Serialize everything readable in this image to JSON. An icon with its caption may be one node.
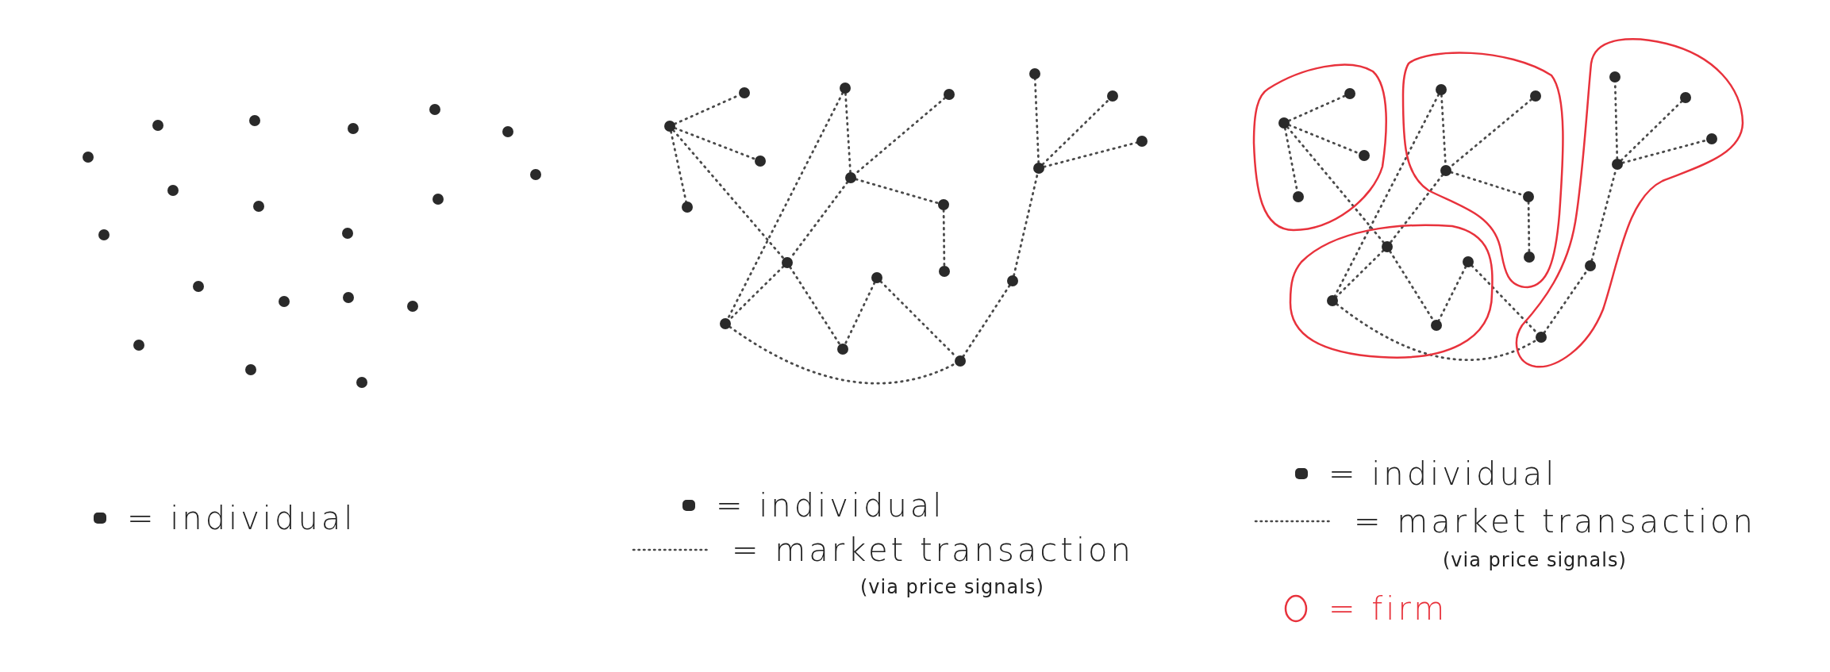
{
  "diagram": {
    "nodes": [
      {
        "text": [],
        "shape": "circle"
      },
      {
        "text": [],
        "shape": "circle"
      },
      {
        "text": [],
        "shape": "circle"
      },
      {
        "text": [],
        "shape": "circle"
      },
      {
        "text": [],
        "shape": "circle"
      },
      {
        "text": [],
        "shape": "circle"
      },
      {
        "text": [],
        "shape": "circle"
      },
      {
        "text": [],
        "shape": "circle"
      },
      {
        "text": [],
        "shape": "circle"
      },
      {
        "text": [],
        "shape": "circle"
      },
      {
        "text": [],
        "shape": "circle"
      },
      {
        "text": [],
        "shape": "circle"
      },
      {
        "text": [],
        "shape": "circle"
      },
      {
        "text": [],
        "shape": "circle"
      },
      {
        "text": [],
        "shape": "circle"
      },
      {
        "text": [],
        "shape": "circle"
      },
      {
        "text": [],
        "shape": "circle"
      },
      {
        "text": [],
        "shape": "circle"
      },
      {
        "text": [],
        "shape": "circle"
      },
      {
        "text": [],
        "shape": "circle"
      },
      {
        "text": [],
        "shape": "circle"
      },
      {
        "text": [],
        "shape": "circle"
      },
      {
        "text": [],
        "shape": "circle"
      },
      {
        "text": [],
        "shape": "circle"
      },
      {
        "text": [],
        "shape": "circle"
      },
      {
        "text": [],
        "shape": "circle"
      },
      {
        "text": [],
        "shape": "circle"
      },
      {
        "text": [],
        "shape": "circle"
      },
      {
        "text": [],
        "shape": "circle"
      },
      {
        "text": [],
        "shape": "circle"
      },
      {
        "text": [],
        "shape": "circle"
      },
      {
        "text": [],
        "shape": "circle"
      },
      {
        "text": [],
        "shape": "circle"
      },
      {
        "text": [],
        "shape": "circle"
      },
      {
        "text": [],
        "shape": "circle"
      },
      {
        "text": [],
        "shape": "circle"
      },
      {
        "text": [],
        "shape": "circle"
      },
      {
        "text": [],
        "shape": "circle"
      },
      {
        "text": [],
        "shape": "blob"
      },
      {
        "text": [],
        "shape": "circle",
        "in": 38
      },
      {
        "text": [],
        "shape": "circle",
        "in": 38
      },
      {
        "text": [],
        "shape": "circle",
        "in": 38
      },
      {
        "text": [],
        "shape": "circle",
        "in": 38
      },
      {
        "text": [],
        "shape": "blob"
      },
      {
        "text": [],
        "shape": "circle",
        "in": 43
      },
      {
        "text": [],
        "shape": "circle",
        "in": 43
      },
      {
        "text": [],
        "shape": "circle",
        "in": 43
      },
      {
        "text": [],
        "shape": "circle",
        "in": 43
      },
      {
        "text": [],
        "shape": "circle",
        "in": 43
      },
      {
        "text": [],
        "shape": "blob"
      },
      {
        "text": [],
        "shape": "circle",
        "in": 49
      },
      {
        "text": [],
        "shape": "circle",
        "in": 49
      },
      {
        "text": [],
        "shape": "circle",
        "in": 49
      },
      {
        "text": [],
        "shape": "circle",
        "in": 49
      },
      {
        "text": [],
        "shape": "blob"
      },
      {
        "text": [],
        "shape": "circle",
        "in": 54
      },
      {
        "text": [],
        "shape": "circle",
        "in": 54
      },
      {
        "text": [],
        "shape": "circle",
        "in": 54
      },
      {
        "text": [],
        "shape": "circle",
        "in": 54
      },
      {
        "text": [],
        "shape": "circle",
        "in": 54
      },
      {
        "text": [],
        "shape": "circle",
        "in": 54
      }
    ],
    "edges": [
      {
        "from": 20,
        "to": 19,
        "arrow": "none"
      },
      {
        "from": 20,
        "to": 21,
        "arrow": "none"
      },
      {
        "from": 20,
        "to": 22,
        "arrow": "none"
      },
      {
        "from": 20,
        "to": 28,
        "arrow": "none"
      },
      {
        "from": 23,
        "to": 30,
        "arrow": "none"
      },
      {
        "from": 23,
        "to": 25,
        "arrow": "none"
      },
      {
        "from": 24,
        "to": 25,
        "arrow": "none"
      },
      {
        "from": 25,
        "to": 28,
        "arrow": "none"
      },
      {
        "from": 25,
        "to": 26,
        "arrow": "none"
      },
      {
        "from": 26,
        "to": 27,
        "arrow": "none"
      },
      {
        "from": 28,
        "to": 30,
        "arrow": "none"
      },
      {
        "from": 28,
        "to": 31,
        "arrow": "none"
      },
      {
        "from": 29,
        "to": 31,
        "arrow": "none"
      },
      {
        "from": 29,
        "to": 32,
        "arrow": "none"
      },
      {
        "from": 30,
        "to": 32,
        "arrow": "none"
      },
      {
        "from": 32,
        "to": 33,
        "arrow": "none"
      },
      {
        "from": 33,
        "to": 37,
        "arrow": "none"
      },
      {
        "from": 37,
        "to": 34,
        "arrow": "none"
      },
      {
        "from": 37,
        "to": 35,
        "arrow": "none"
      },
      {
        "from": 37,
        "to": 36,
        "arrow": "none"
      },
      {
        "from": 40,
        "to": 39,
        "arrow": "none"
      },
      {
        "from": 40,
        "to": 41,
        "arrow": "none"
      },
      {
        "from": 40,
        "to": 42,
        "arrow": "none"
      },
      {
        "from": 40,
        "to": 50,
        "arrow": "none"
      },
      {
        "from": 44,
        "to": 52,
        "arrow": "none"
      },
      {
        "from": 44,
        "to": 46,
        "arrow": "none"
      },
      {
        "from": 45,
        "to": 46,
        "arrow": "none"
      },
      {
        "from": 46,
        "to": 50,
        "arrow": "none"
      },
      {
        "from": 46,
        "to": 47,
        "arrow": "none"
      },
      {
        "from": 47,
        "to": 48,
        "arrow": "none"
      },
      {
        "from": 50,
        "to": 52,
        "arrow": "none"
      },
      {
        "from": 50,
        "to": 53,
        "arrow": "none"
      },
      {
        "from": 51,
        "to": 53,
        "arrow": "none"
      },
      {
        "from": 51,
        "to": 55,
        "arrow": "none"
      },
      {
        "from": 52,
        "to": 55,
        "arrow": "none"
      },
      {
        "from": 55,
        "to": 56,
        "arrow": "none"
      },
      {
        "from": 56,
        "to": 60,
        "arrow": "none"
      },
      {
        "from": 60,
        "to": 57,
        "arrow": "none"
      },
      {
        "from": 60,
        "to": 58,
        "arrow": "none"
      },
      {
        "from": 60,
        "to": 59,
        "arrow": "none"
      }
    ],
    "labels": [
      "(via price signals)",
      "(via price signals)"
    ],
    "legend": [
      {
        "text": "= individual"
      },
      {
        "text": "= individual"
      },
      {
        "text": "= market transaction"
      },
      {
        "text": "= individual"
      },
      {
        "text": "= market transaction"
      },
      {
        "text": "= firm"
      }
    ]
  }
}
